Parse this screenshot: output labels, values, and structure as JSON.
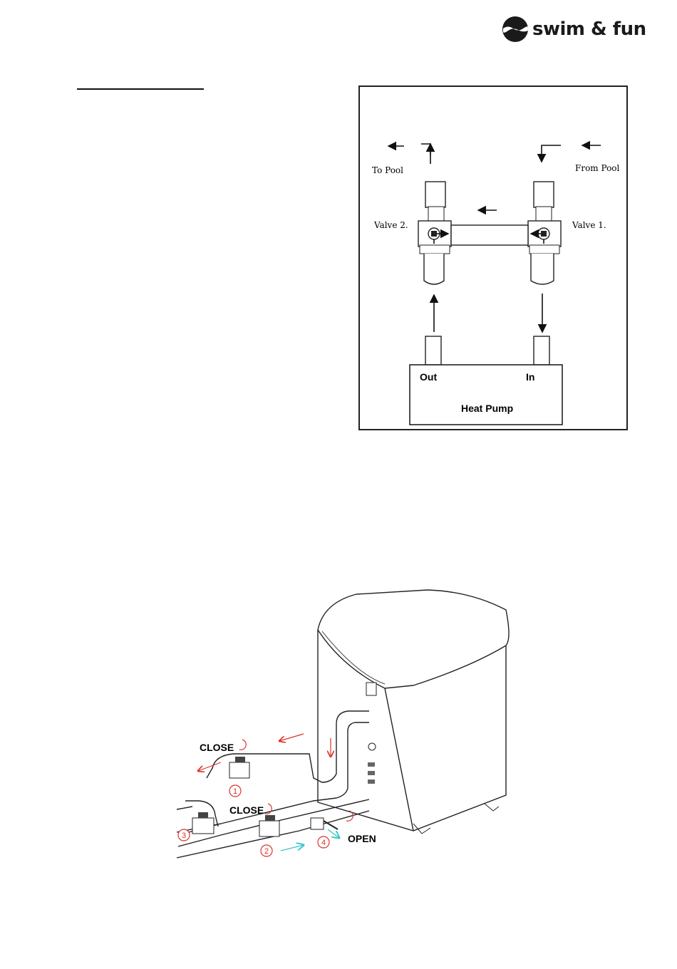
{
  "brand": {
    "name": "swim & fun"
  },
  "diagram_valves": {
    "to_pool": "To Pool",
    "from_pool": "From Pool",
    "valve_2": "Valve 2.",
    "valve_1": "Valve 1.",
    "out": "Out",
    "in": "In",
    "heat_pump": "Heat Pump"
  },
  "diagram_install": {
    "close_1": "CLOSE",
    "close_2": "CLOSE",
    "open": "OPEN",
    "num_1": "1",
    "num_2": "2",
    "num_3": "3",
    "num_4": "4",
    "accent_red": "#d9332b",
    "accent_cyan": "#3cc7c7"
  }
}
